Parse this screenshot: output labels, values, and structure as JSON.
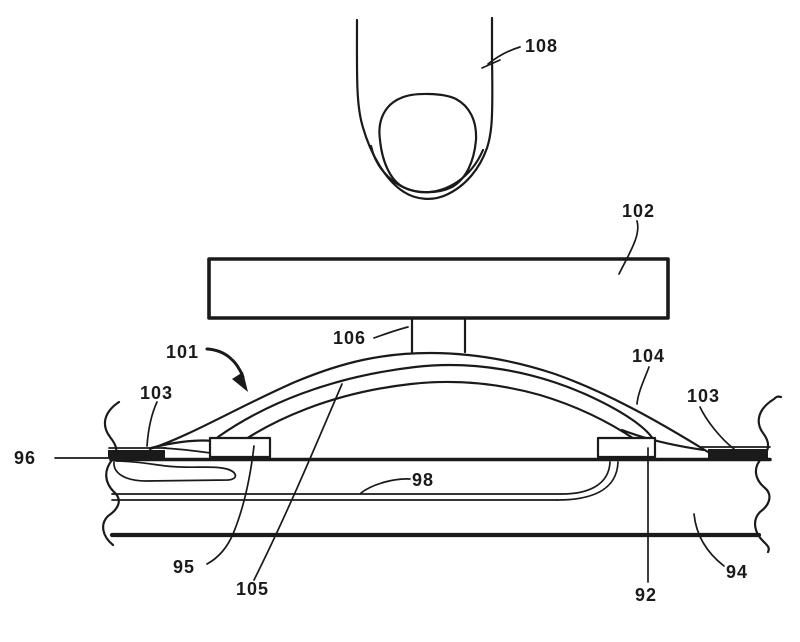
{
  "figure": {
    "kind": "patent-line-drawing",
    "colors": {
      "ink": "#1a1a1a",
      "background": "#ffffff"
    },
    "labels": {
      "l108": "108",
      "l102": "102",
      "l106": "106",
      "l101": "101",
      "l104": "104",
      "l103a": "103",
      "l103b": "103",
      "l96": "96",
      "l98": "98",
      "l95": "95",
      "l105": "105",
      "l92": "92",
      "l94": "94"
    }
  }
}
